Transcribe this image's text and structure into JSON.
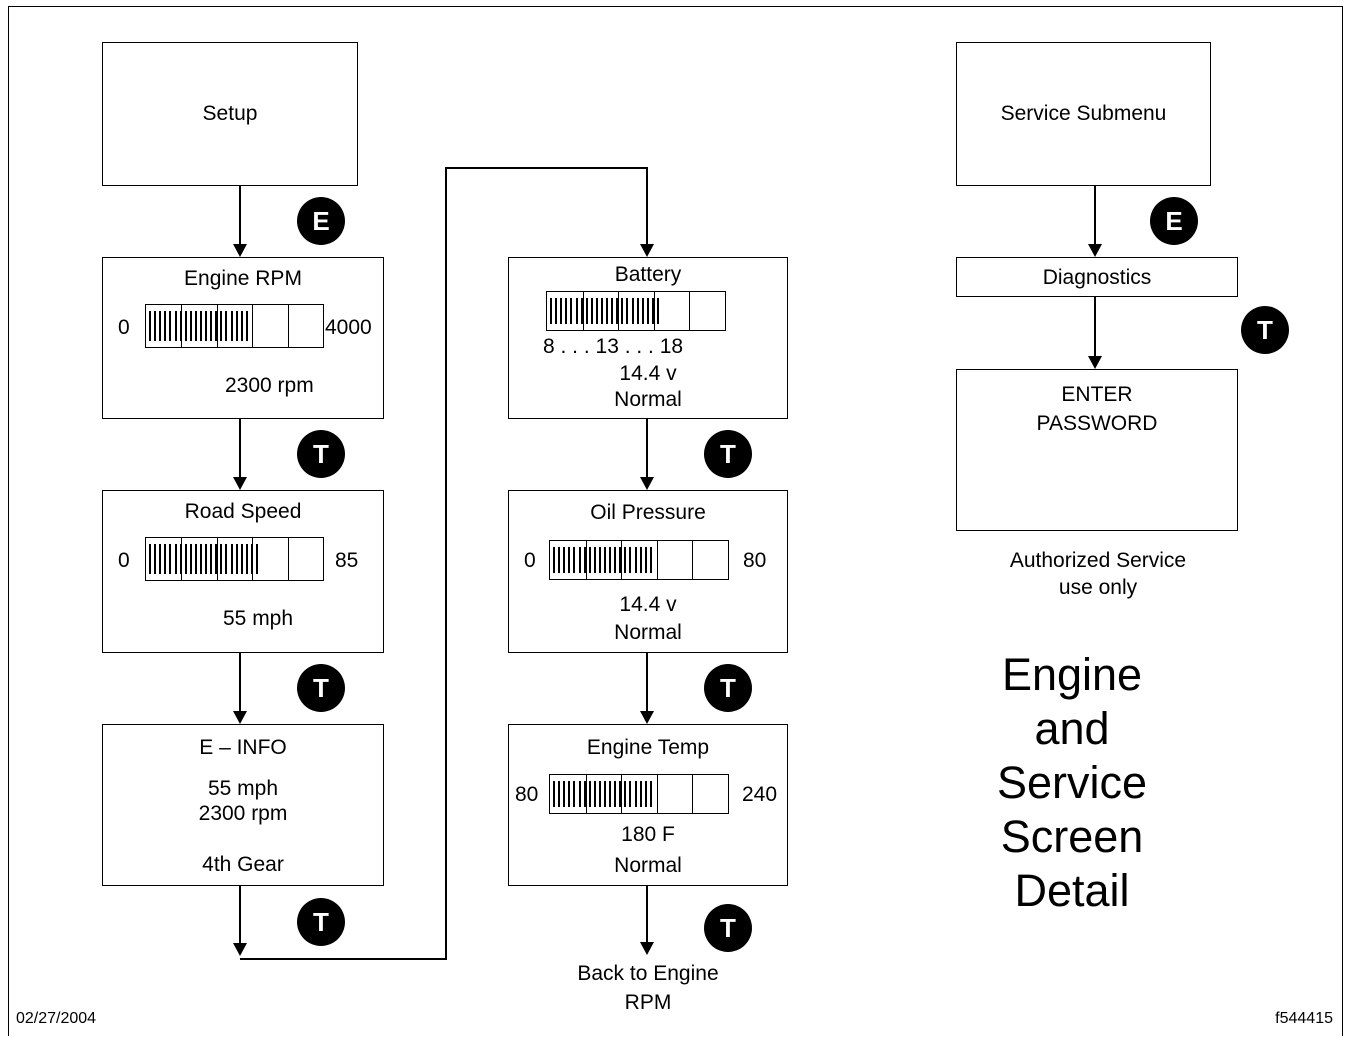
{
  "setup": {
    "title": "Setup"
  },
  "engine_rpm": {
    "title": "Engine RPM",
    "min": "0",
    "max": "4000",
    "readout": "2300 rpm",
    "level": 0.575
  },
  "road_speed": {
    "title": "Road Speed",
    "min": "0",
    "max": "85",
    "readout": "55 mph",
    "level": 0.647
  },
  "e_info": {
    "title": "E – INFO",
    "speed": "55 mph",
    "rpm": "2300 rpm",
    "gear": "4th Gear"
  },
  "battery": {
    "title": "Battery",
    "scale": "8 . . . 13  . . . 18",
    "readout": "14.4 v",
    "status": "Normal",
    "level": 0.64
  },
  "oil_pressure": {
    "title": "Oil Pressure",
    "min": "0",
    "max": "80",
    "readout": "14.4 v",
    "status": "Normal",
    "level": 0.58
  },
  "engine_temp": {
    "title": "Engine Temp",
    "min": "80",
    "max": "240",
    "readout": "180 F",
    "status": "Normal",
    "level": 0.58
  },
  "back_note": {
    "line1": "Back to Engine",
    "line2": "RPM"
  },
  "service_submenu": {
    "title": "Service Submenu"
  },
  "diagnostics": {
    "title": "Diagnostics"
  },
  "password": {
    "line1": "ENTER",
    "line2": "PASSWORD"
  },
  "auth_note": {
    "line1": "Authorized Service",
    "line2": "use only"
  },
  "big_title": {
    "lines": [
      "Engine",
      "and",
      "Service",
      "Screen",
      "Detail"
    ]
  },
  "badges": {
    "enter": "E",
    "toggle": "T"
  },
  "footer": {
    "date": "02/27/2004",
    "figure_id": "f544415"
  }
}
